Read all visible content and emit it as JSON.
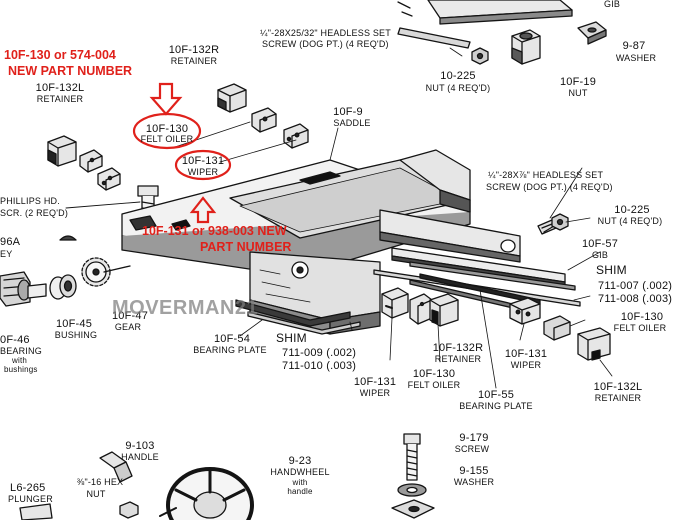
{
  "annotations": {
    "oiler_note_line1": "10F-130 or 574-004",
    "oiler_note_line2": "NEW PART NUMBER",
    "wiper_note_line1": "10F-131 or 938-003 NEW",
    "wiper_note_line2": "PART NUMBER",
    "color": "#e0211b"
  },
  "watermark": "MOVERMAN21",
  "labels": {
    "gib_top": "GIB",
    "setscrew_top_1": "¼\"-28x25/32\" HEADLESS SET",
    "setscrew_top_2": "SCREW (Dog Pt.) (4 Req'd)",
    "washer_987_num": "9-87",
    "washer_987": "WASHER",
    "nut_10f19_num": "10F-19",
    "nut_10f19": "NUT",
    "nut_10_225_top_num": "10-225",
    "nut_10_225_top": "NUT (4 Req'd)",
    "retainer_132r_num": "10F-132R",
    "retainer_132r": "RETAINER",
    "retainer_132l_num": "10F-132L",
    "retainer_132l": "RETAINER",
    "oiler_circled_num": "10F-130",
    "oiler_circled": "FELT OILER",
    "wiper_circled_num": "10F-131",
    "wiper_circled": "WIPER",
    "saddle_num": "10F-9",
    "saddle": "SADDLE",
    "phillips_1": "PHILLIPS HD.",
    "phillips_2": "SCR. (2 Req'd)",
    "key_num": "96A",
    "key": "EY",
    "setscrew_right_1": "¼\"-28x⅞\" HEADLESS SET",
    "setscrew_right_2": "SCREW (Dog Pt.) (4 Req'd)",
    "nut_10_225_right_num": "10-225",
    "nut_10_225_right": "NUT (4 Req'd)",
    "gib_57_num": "10F-57",
    "gib_57": "GIB",
    "shim_right_title": "SHIM",
    "shim_right_1": "711-007 (.002)",
    "shim_right_2": "711-008 (.003)",
    "bearing_46_num": "0F-46",
    "bearing_46": "BEARING",
    "bearing_46_sub1": "with",
    "bearing_46_sub2": "bushings",
    "bushing_num": "10F-45",
    "bushing": "BUSHING",
    "gear_num": "10F-47",
    "gear": "GEAR",
    "bearing_plate_54_num": "10F-54",
    "bearing_plate_54": "BEARING PLATE",
    "shim_left_title": "SHIM",
    "shim_left_1": "711-009 (.002)",
    "shim_left_2": "711-010 (.003)",
    "wiper_bl_num": "10F-131",
    "wiper_bl": "WIPER",
    "oiler_bm_num": "10F-130",
    "oiler_bm": "FELT OILER",
    "retainer_bm_num": "10F-132R",
    "retainer_bm": "RETAINER",
    "wiper_br_num": "10F-131",
    "wiper_br": "WIPER",
    "bearing_plate_55_num": "10F-55",
    "bearing_plate_55": "BEARING PLATE",
    "oiler_r_num": "10F-130",
    "oiler_r": "FELT OILER",
    "retainer_r_num": "10F-132L",
    "retainer_r": "RETAINER",
    "handle_num": "9-103",
    "handle": "HANDLE",
    "handwheel_num": "9-23",
    "handwheel": "HANDWHEEL",
    "handwheel_sub1": "with",
    "handwheel_sub2": "handle",
    "hexnut_1": "⅜\"-16 HEX",
    "hexnut_2": "NUT",
    "plunger_num": "L6-265",
    "plunger": "PLUNGER",
    "screw_179_num": "9-179",
    "screw_179": "SCREW",
    "washer_155_num": "9-155",
    "washer_155": "WASHER"
  }
}
